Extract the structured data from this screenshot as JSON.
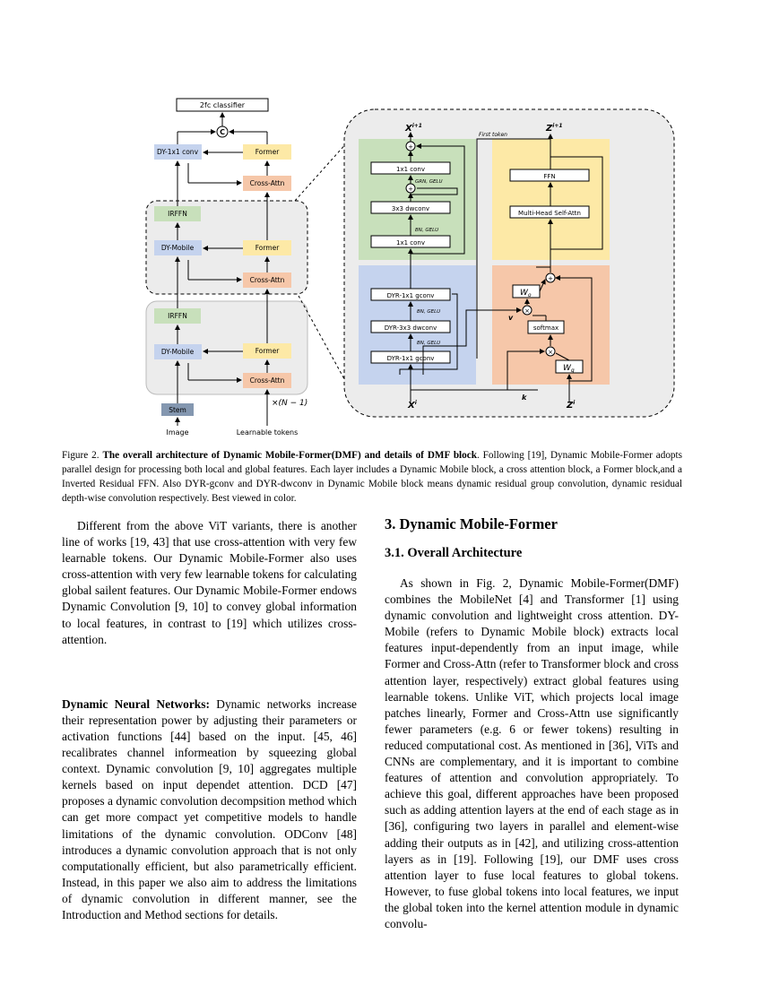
{
  "figure": {
    "left": {
      "classifier": "2fc classifier",
      "concat": "C",
      "dy1x1": "DY-1x1 conv",
      "former": "Former",
      "cross_attn": "Cross-Attn",
      "irffn": "IRFFN",
      "dy_mobile": "DY-Mobile",
      "stem": "Stem",
      "image": "Image",
      "tokens": "Learnable tokens",
      "repeat": "×(N − 1)"
    },
    "detail": {
      "x_out": "X",
      "x_out_sup": "i+1",
      "z_out": "Z",
      "z_out_sup": "i+1",
      "x_in": "X",
      "x_in_sup": "i",
      "z_in": "Z",
      "z_in_sup": "i",
      "first_token": "First token",
      "conv1x1_top": "1x1 conv",
      "grn_gelu": "GRN, GELU",
      "dwconv3x3": "3x3 dwconv",
      "bn_gelu": "BN, GELU",
      "conv1x1_bot": "1x1 conv",
      "dyr_top": "DYR-1x1 gconv",
      "dyr_mid": "DYR-3x3 dwconv",
      "dyr_bot": "DYR-1x1 gconv",
      "bn_gelu_2": "BN, GELU",
      "bn_gelu_3": "BN, GELU",
      "ffn": "FFN",
      "mhsa": "Multi-Head Self-Attn",
      "wo": "W",
      "wo_sub": "o",
      "wq": "W",
      "wq_sub": "q",
      "softmax": "softmax",
      "v": "v",
      "k": "k"
    }
  },
  "caption": {
    "prefix": "Figure 2. ",
    "bold": "The overall architecture of Dynamic Mobile-Former(DMF) and details of DMF block",
    "rest": ". Following [19], Dynamic Mobile-Former adopts parallel design for processing both local and global features. Each layer includes a Dynamic Mobile block, a cross attention block, a Former block,and a Inverted Residual FFN. Also DYR-gconv and DYR-dwconv in Dynamic Mobile block means dynamic residual group convolution, dynamic residual depth-wise convolution respectively. Best viewed in color."
  },
  "left_col": {
    "para1": "Different from the above ViT variants, there is another line of works [19, 43] that use cross-attention with very few learnable tokens. Our Dynamic Mobile-Former also uses cross-attention with very few learnable tokens for calculating global sailent features. Our Dynamic Mobile-Former endows Dynamic Convolution [9, 10] to convey global information to local features, in contrast to [19] which utilizes cross-attention.",
    "para2_head": "Dynamic Neural Networks:",
    "para2": " Dynamic networks increase their representation power by adjusting their parameters or activation functions [44] based on the input. [45, 46] recalibrates channel informeation by squeezing global context. Dynamic convolution [9, 10] aggregates multiple kernels based on input dependet attention. DCD [47] proposes a dynamic convolution decompsition method which can get more compact yet competitive models to handle limitations of the dynamic convolution. ODConv [48] introduces a dynamic convolution approach that is not only computationally efficient, but also parametrically efficient. Instead, in this paper we also aim to address the limitations of dynamic convolution in different manner, see the Introduction and Method sections for details."
  },
  "right_col": {
    "h2": "3. Dynamic Mobile-Former",
    "h3": "3.1. Overall Architecture",
    "para": "As shown in Fig. 2, Dynamic Mobile-Former(DMF) combines the MobileNet [4] and Transformer [1] using dynamic convolution and lightweight cross attention. DY-Mobile (refers to Dynamic Mobile block) extracts local features input-dependently from an input image, while Former and Cross-Attn (refer to Transformer block and cross attention layer, respectively) extract global features using learnable tokens. Unlike ViT, which projects local image patches linearly, Former and Cross-Attn use significantly fewer parameters (e.g. 6 or fewer tokens) resulting in reduced computational cost. As mentioned in [36], ViTs and CNNs are complementary, and it is important to combine features of attention and convolution appropriately. To achieve this goal, different approaches have been proposed such as adding attention layers at the end of each stage as in [36], configuring two layers in parallel and element-wise adding their outputs as in [42], and utilizing cross-attention layers as in [19]. Following [19], our DMF uses cross attention layer to fuse local features to global tokens. However, to fuse global tokens into local features, we input the global token into the kernel attention module in dynamic convolu-"
  },
  "colors": {
    "blue": "#c5d3ee",
    "yellow": "#fde9a6",
    "orange": "#f6c7a9",
    "green": "#c8e0bb",
    "gray": "#ececec",
    "stem": "#8497b0",
    "cite": "#2aa52a"
  }
}
